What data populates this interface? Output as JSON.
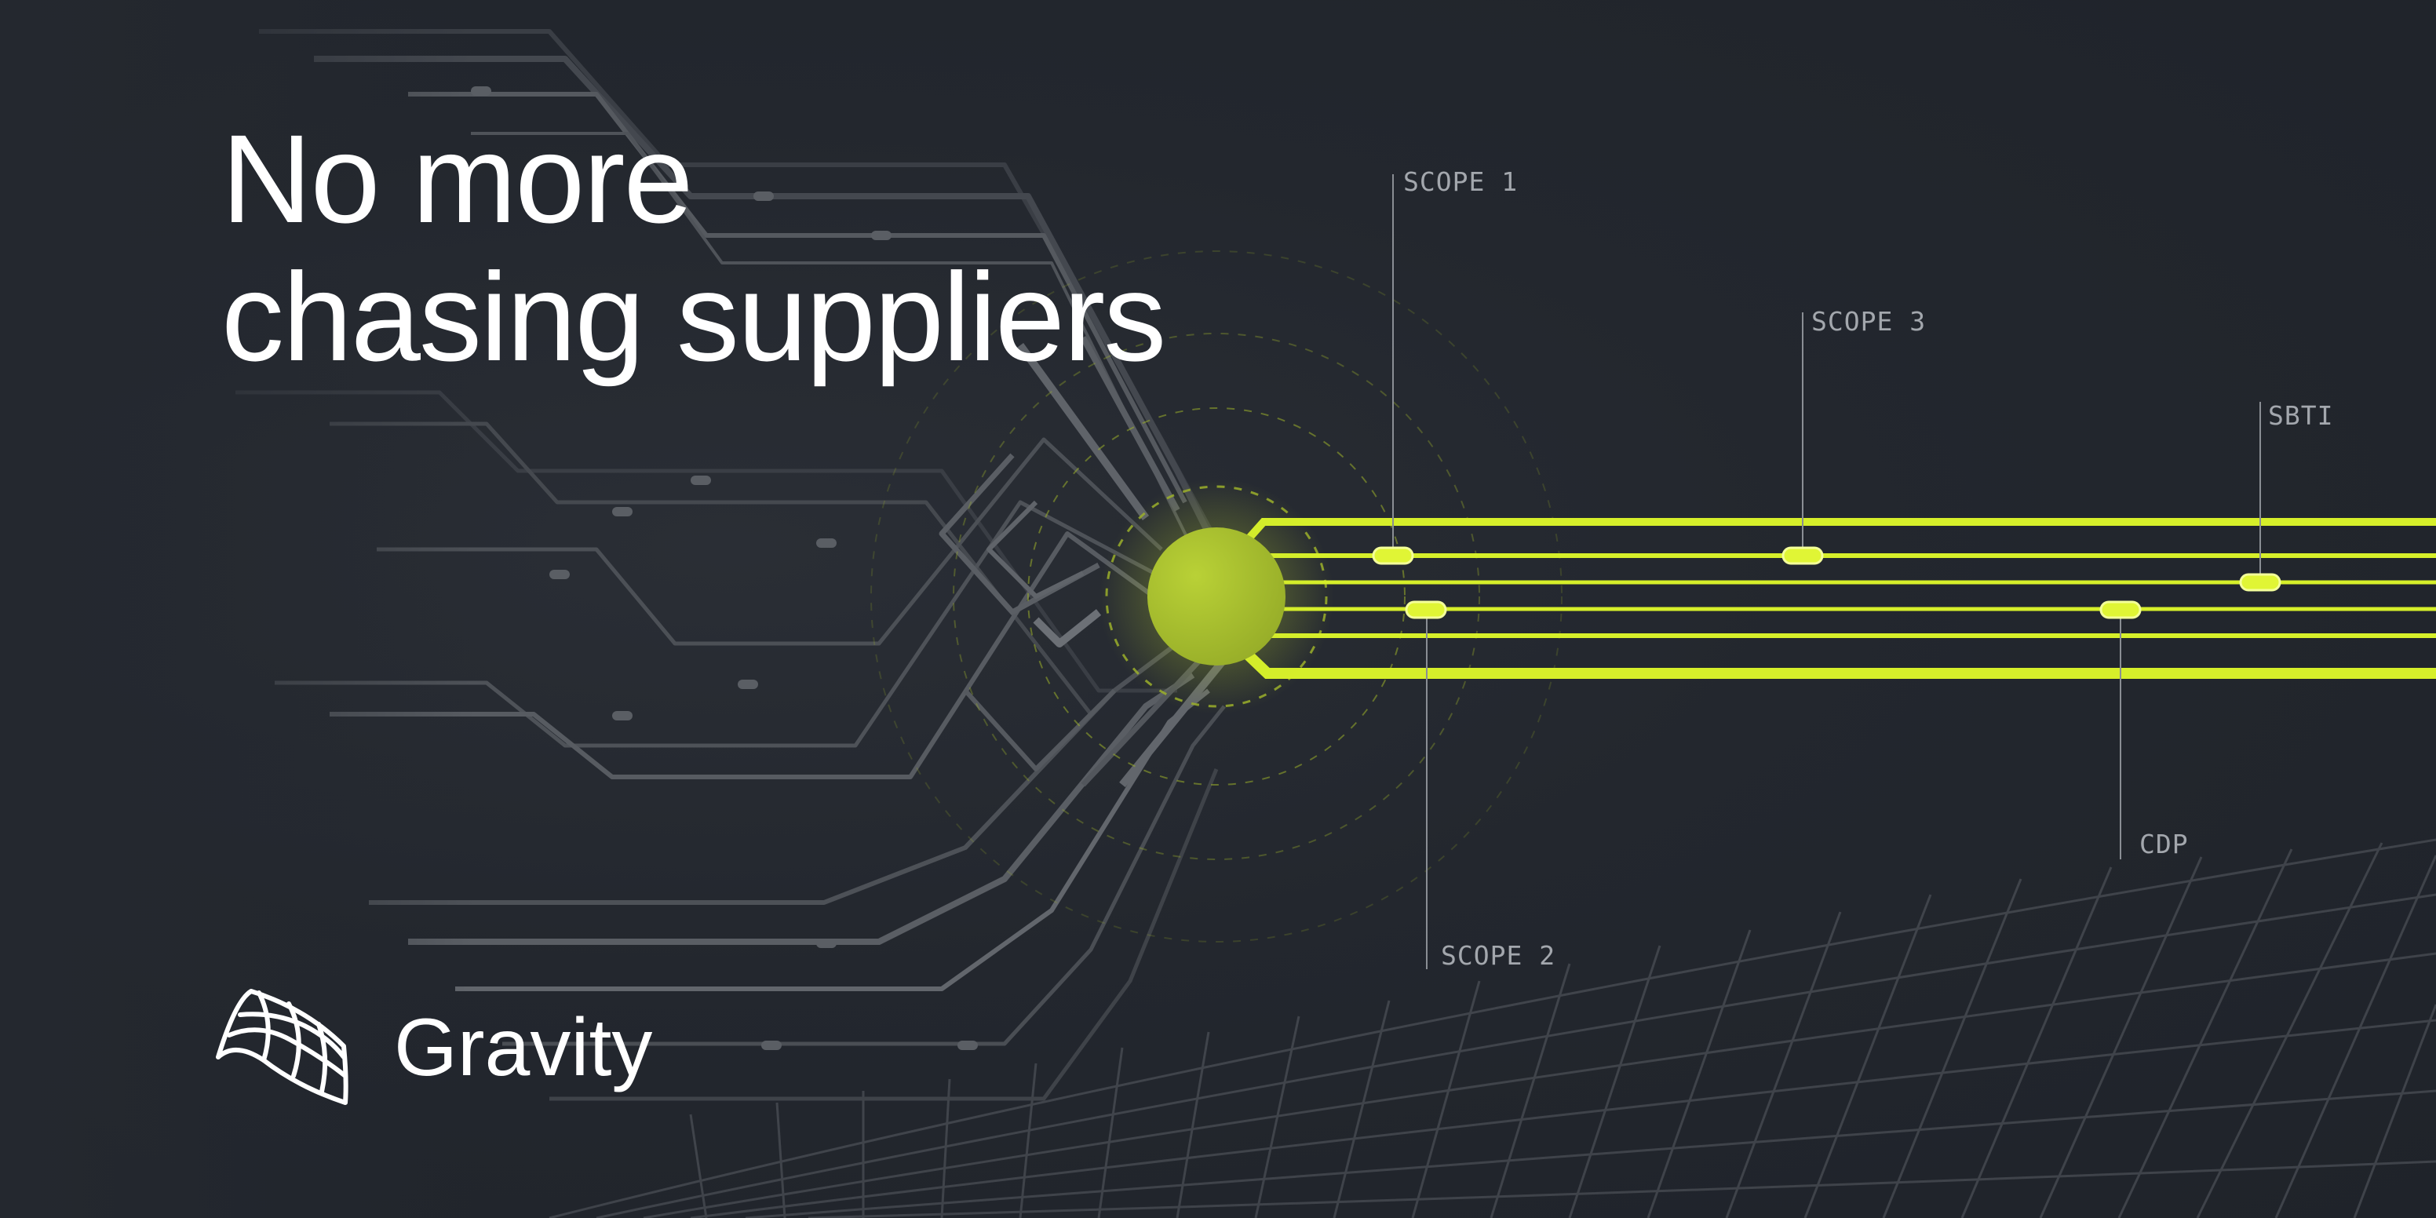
{
  "headline": {
    "line1": "No more",
    "line2": "chasing suppliers"
  },
  "labels": {
    "scope1": "SCOPE 1",
    "scope2": "SCOPE 2",
    "scope3": "SCOPE 3",
    "sbti": "SBTI",
    "cdp": "CDP"
  },
  "brand": {
    "name": "Gravity",
    "logo_icon": "gravity-grid-flag-icon"
  },
  "colors": {
    "background": "#24282f",
    "accent_lime": "#d4ec2a",
    "node_green": "#a4bb2c",
    "circuit_grey": "#5a5e64"
  }
}
